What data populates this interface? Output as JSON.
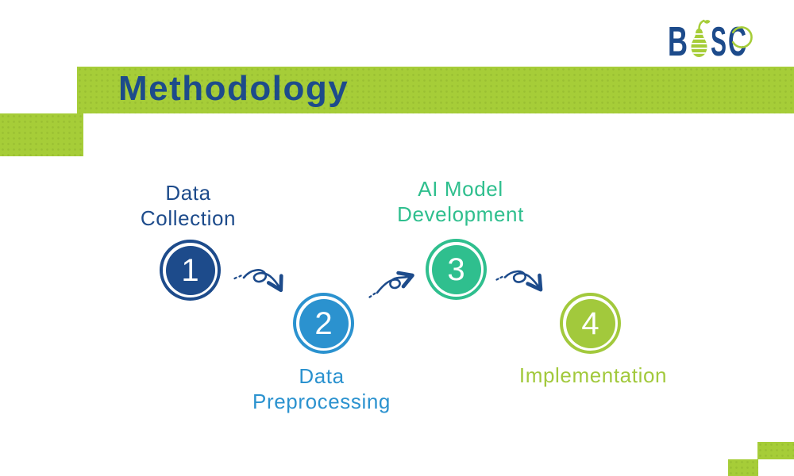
{
  "slide": {
    "title": "Methodology"
  },
  "logo": {
    "letters": [
      "B",
      "S",
      "C"
    ],
    "fruit_icon": "pear-icon",
    "letter_color": "#1d4b8b",
    "fruit_color": "#a6cd38"
  },
  "icons": {
    "connector": "curly-arrow-icon"
  },
  "colors": {
    "lime_green": "#a6cd38",
    "navy": "#1d4b8b",
    "blue": "#2b92cf",
    "teal": "#2fbf8e",
    "background": "#ffffff"
  },
  "steps": [
    {
      "number": "1",
      "lines": [
        "Data",
        "Collection"
      ],
      "color": "#1d4b8b",
      "label_position": "above"
    },
    {
      "number": "2",
      "lines": [
        "Data",
        "Preprocessing"
      ],
      "color": "#2b92cf",
      "label_position": "below"
    },
    {
      "number": "3",
      "lines": [
        "AI Model",
        "Development"
      ],
      "color": "#2fbf8e",
      "label_position": "above"
    },
    {
      "number": "4",
      "lines": [
        "Implementation"
      ],
      "color": "#a2c93c",
      "label_position": "below"
    }
  ]
}
